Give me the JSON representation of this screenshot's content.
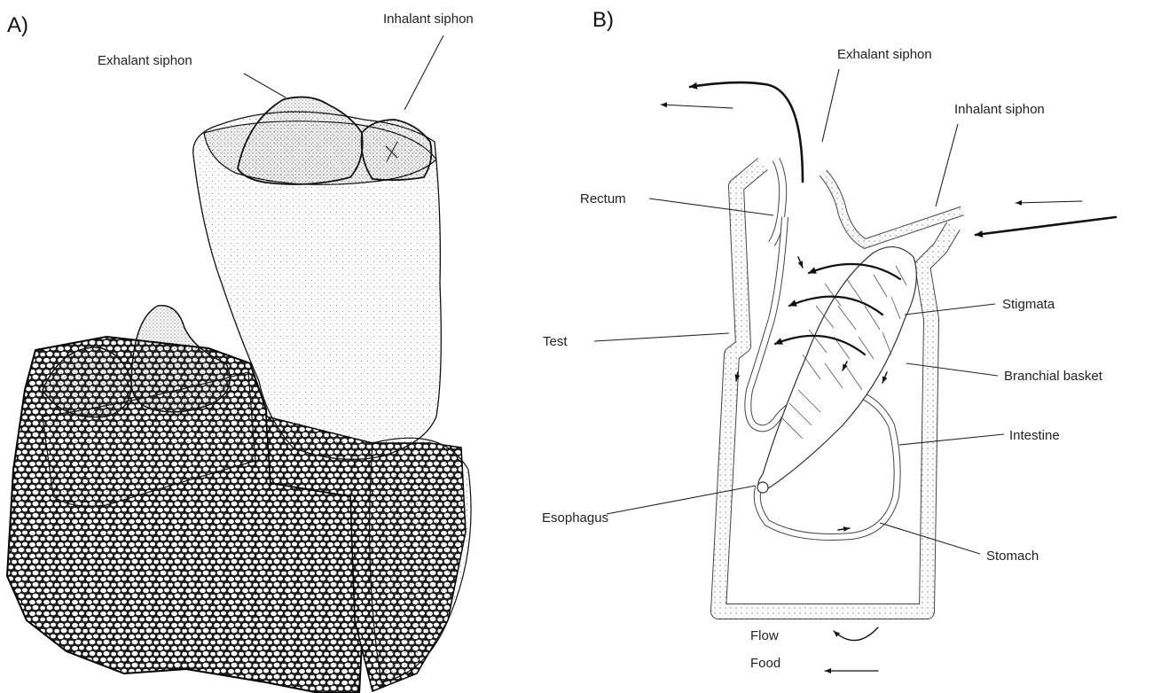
{
  "panels": {
    "a": "A)",
    "b": "B)"
  },
  "panel_a_labels": {
    "exhalant_siphon": "Exhalant siphon",
    "inhalant_siphon": "Inhalant siphon"
  },
  "panel_b_labels": {
    "exhalant_siphon": "Exhalant siphon",
    "inhalant_siphon": "Inhalant siphon",
    "rectum": "Rectum",
    "test": "Test",
    "stigmata": "Stigmata",
    "branchial_basket": "Branchial basket",
    "intestine": "Intestine",
    "esophagus": "Esophagus",
    "stomach": "Stomach"
  },
  "legend": {
    "flow": "Flow",
    "food": "Food"
  }
}
